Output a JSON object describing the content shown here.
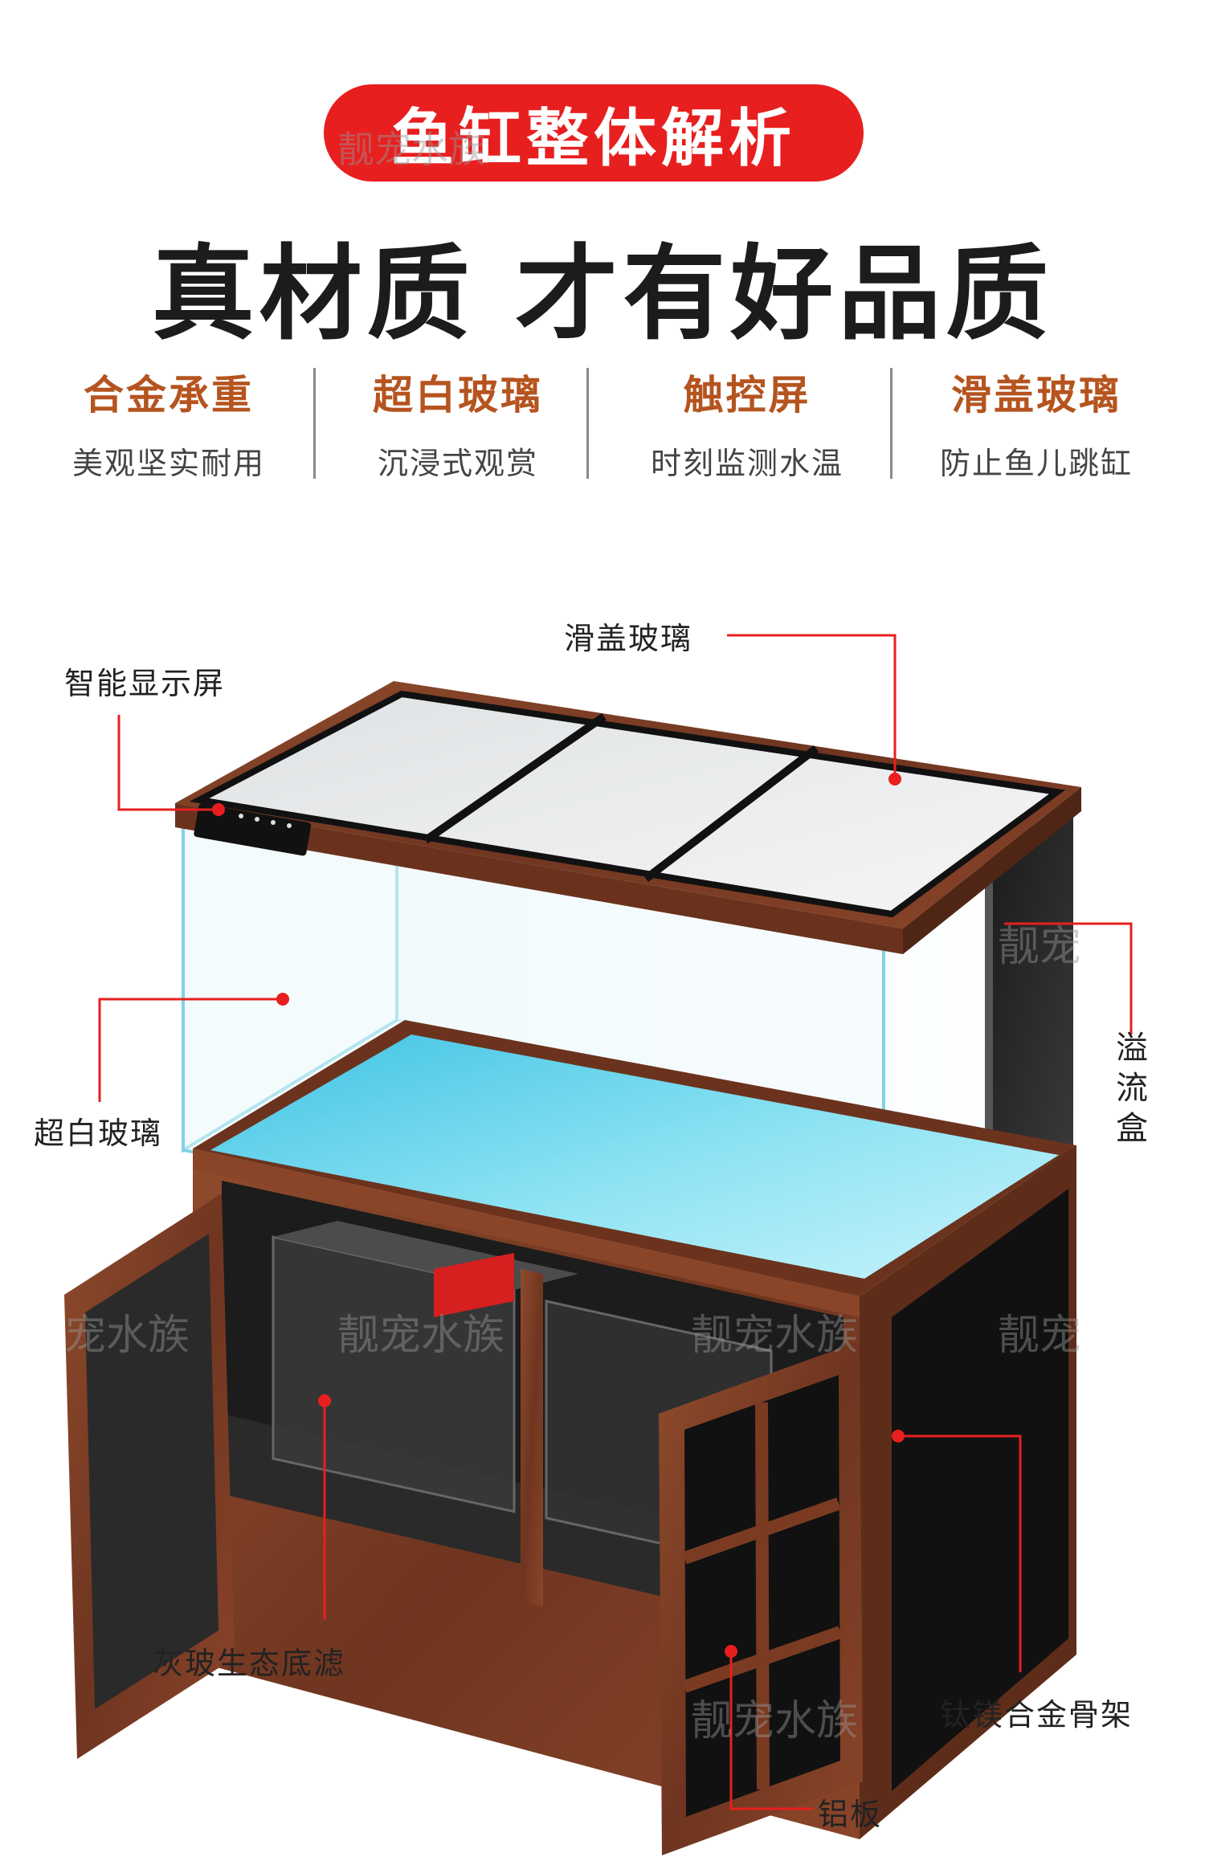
{
  "header": {
    "title": "鱼缸整体解析",
    "headline": "真材质 才有好品质"
  },
  "features": [
    {
      "title": "合金承重",
      "subtitle": "美观坚实耐用"
    },
    {
      "title": "超白玻璃",
      "subtitle": "沉浸式观赏"
    },
    {
      "title": "触控屏",
      "subtitle": "时刻监测水温"
    },
    {
      "title": "滑盖玻璃",
      "subtitle": "防止鱼儿跳缸"
    }
  ],
  "callouts": {
    "sliding_glass": "滑盖玻璃",
    "smart_display": "智能显示屏",
    "ultra_white_glass": "超白玻璃",
    "overflow_box": [
      "溢",
      "流",
      "盒"
    ],
    "filter": "灰玻生态底滤",
    "frame": "钛镁合金骨架",
    "aluminum_panel": "铝板"
  },
  "watermarks": [
    "靓宠水族",
    "宠水族",
    "靓宠水族",
    "靓宠水族",
    "靓宠",
    "靓宠",
    "靓宠水族"
  ],
  "colors": {
    "accent_red": "#e81f1f",
    "feature_orange": "#b5541f",
    "wood": "#7a3b22",
    "water": "#5fd2ea"
  }
}
